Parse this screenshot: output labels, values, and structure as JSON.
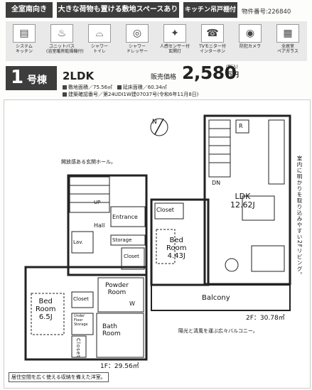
{
  "features": [
    {
      "label": "全室南向き"
    },
    {
      "label": "大きな荷物も置ける敷地スペースあり"
    },
    {
      "label": "キッチン吊戸棚付き"
    }
  ],
  "property_number": "物件番号:226840",
  "icons": [
    {
      "name": "system-kitchen-icon",
      "label": "システム\nキッチン",
      "glyph": "▤"
    },
    {
      "name": "unit-bath-icon",
      "label": "ユニットバス\n(浴室暖房乾燥機付)",
      "glyph": "♨"
    },
    {
      "name": "shower-toilet-icon",
      "label": "シャワー\nトイレ",
      "glyph": "⌓"
    },
    {
      "name": "shower-dresser-icon",
      "label": "シャワー\nドレッサー",
      "glyph": "◎"
    },
    {
      "name": "sensor-light-icon",
      "label": "人感センサー付\n玄関灯",
      "glyph": "✦"
    },
    {
      "name": "tv-intercom-icon",
      "label": "TVモニター付\nインターホン",
      "glyph": "☎"
    },
    {
      "name": "security-camera-icon",
      "label": "防犯カメラ",
      "glyph": "◉"
    },
    {
      "name": "pair-glass-icon",
      "label": "全居室\nペアガラス",
      "glyph": "▦"
    }
  ],
  "unit": {
    "number": "1",
    "suffix": "号棟"
  },
  "layout_type": "2LDK",
  "price": {
    "label": "販売価格",
    "value": "2,580",
    "tax": "(税込)",
    "unit": "万円"
  },
  "info": {
    "site_area": "敷地面積／75.56㎡",
    "floor_area": "延床面積／60.34㎡",
    "permit": "建築確認番号／第24UDI1W建07037号(令和6年11月8日)"
  },
  "plan": {
    "compass": "N",
    "callout_hall": "開放感ある玄関ホール。",
    "vertical_note": "室内に明かりを取り込みやすい2Fリビング。",
    "balcony_note": "陽光と清風を運ぶ広々バルコニー。",
    "bottom_note": "居住空間を広く使える収納を備えた洋室。",
    "floor1_area": "1F：29.56㎡",
    "floor2_area": "2F：30.78㎡",
    "rooms_1f": {
      "up": "UP",
      "hall": "Hall",
      "lav": "Lav.",
      "entrance": "Entrance",
      "storage": "Storage",
      "closet_a": "Closet",
      "closet_b": "Closet",
      "closet_c": "Closet",
      "powder": "Powder\nRoom",
      "w": "W",
      "under_floor": "Under\nFloor\nStorage",
      "bath": "Bath\nRoom",
      "bedroom": "Bed\nRoom\n6.5J"
    },
    "rooms_2f": {
      "dn": "DN",
      "ldk": "LDK\n12.62J",
      "closet": "Closet",
      "bedroom": "Bed\nRoom\n4.43J",
      "balcony": "Balcony",
      "r": "R"
    }
  }
}
